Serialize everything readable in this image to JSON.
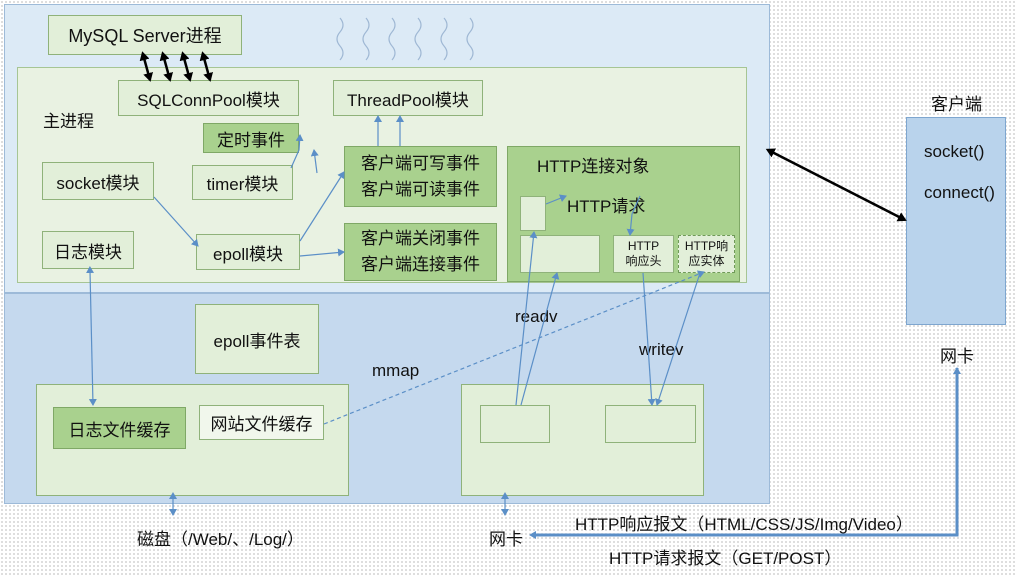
{
  "nodes": {
    "mysql_server": "MySQL Server进程",
    "main_process": "主进程",
    "sqlconnpool": "SQLConnPool模块",
    "threadpool": "ThreadPool模块",
    "timer_event": "定时事件",
    "timer_module": "timer模块",
    "socket_module": "socket模块",
    "log_module": "日志模块",
    "epoll_module": "epoll模块",
    "client_writable": "客户端可写事件",
    "client_readable": "客户端可读事件",
    "client_close": "客户端关闭事件",
    "client_connect": "客户端连接事件",
    "http_conn_object": "HTTP连接对象",
    "http_request": "HTTP请求",
    "http_response_header": "HTTP\n响应头",
    "http_response_body": "HTTP响\n应实体",
    "epoll_event_table": "epoll事件表",
    "log_file_cache": "日志文件缓存",
    "site_file_cache": "网站文件缓存",
    "client": "客户端",
    "socket_call": "socket()",
    "connect_call": "connect()",
    "nic_client": "网卡",
    "nic_server": "网卡",
    "disk": "磁盘（/Web/、/Log/）"
  },
  "edges": {
    "mmap": "mmap",
    "readv": "readv",
    "writev": "writev",
    "http_response_msg": "HTTP响应报文（HTML/CSS/JS/Img/Video）",
    "http_request_msg": "HTTP请求报文（GET/POST）"
  },
  "colors": {
    "kernel_bg": "#c5d9ee",
    "user_bg": "#dceaf6",
    "green_light": "#e2efd9",
    "green_dark": "#a9d18e",
    "client_box": "#b9d3ec",
    "arrow_blue": "#5b8fc7"
  }
}
